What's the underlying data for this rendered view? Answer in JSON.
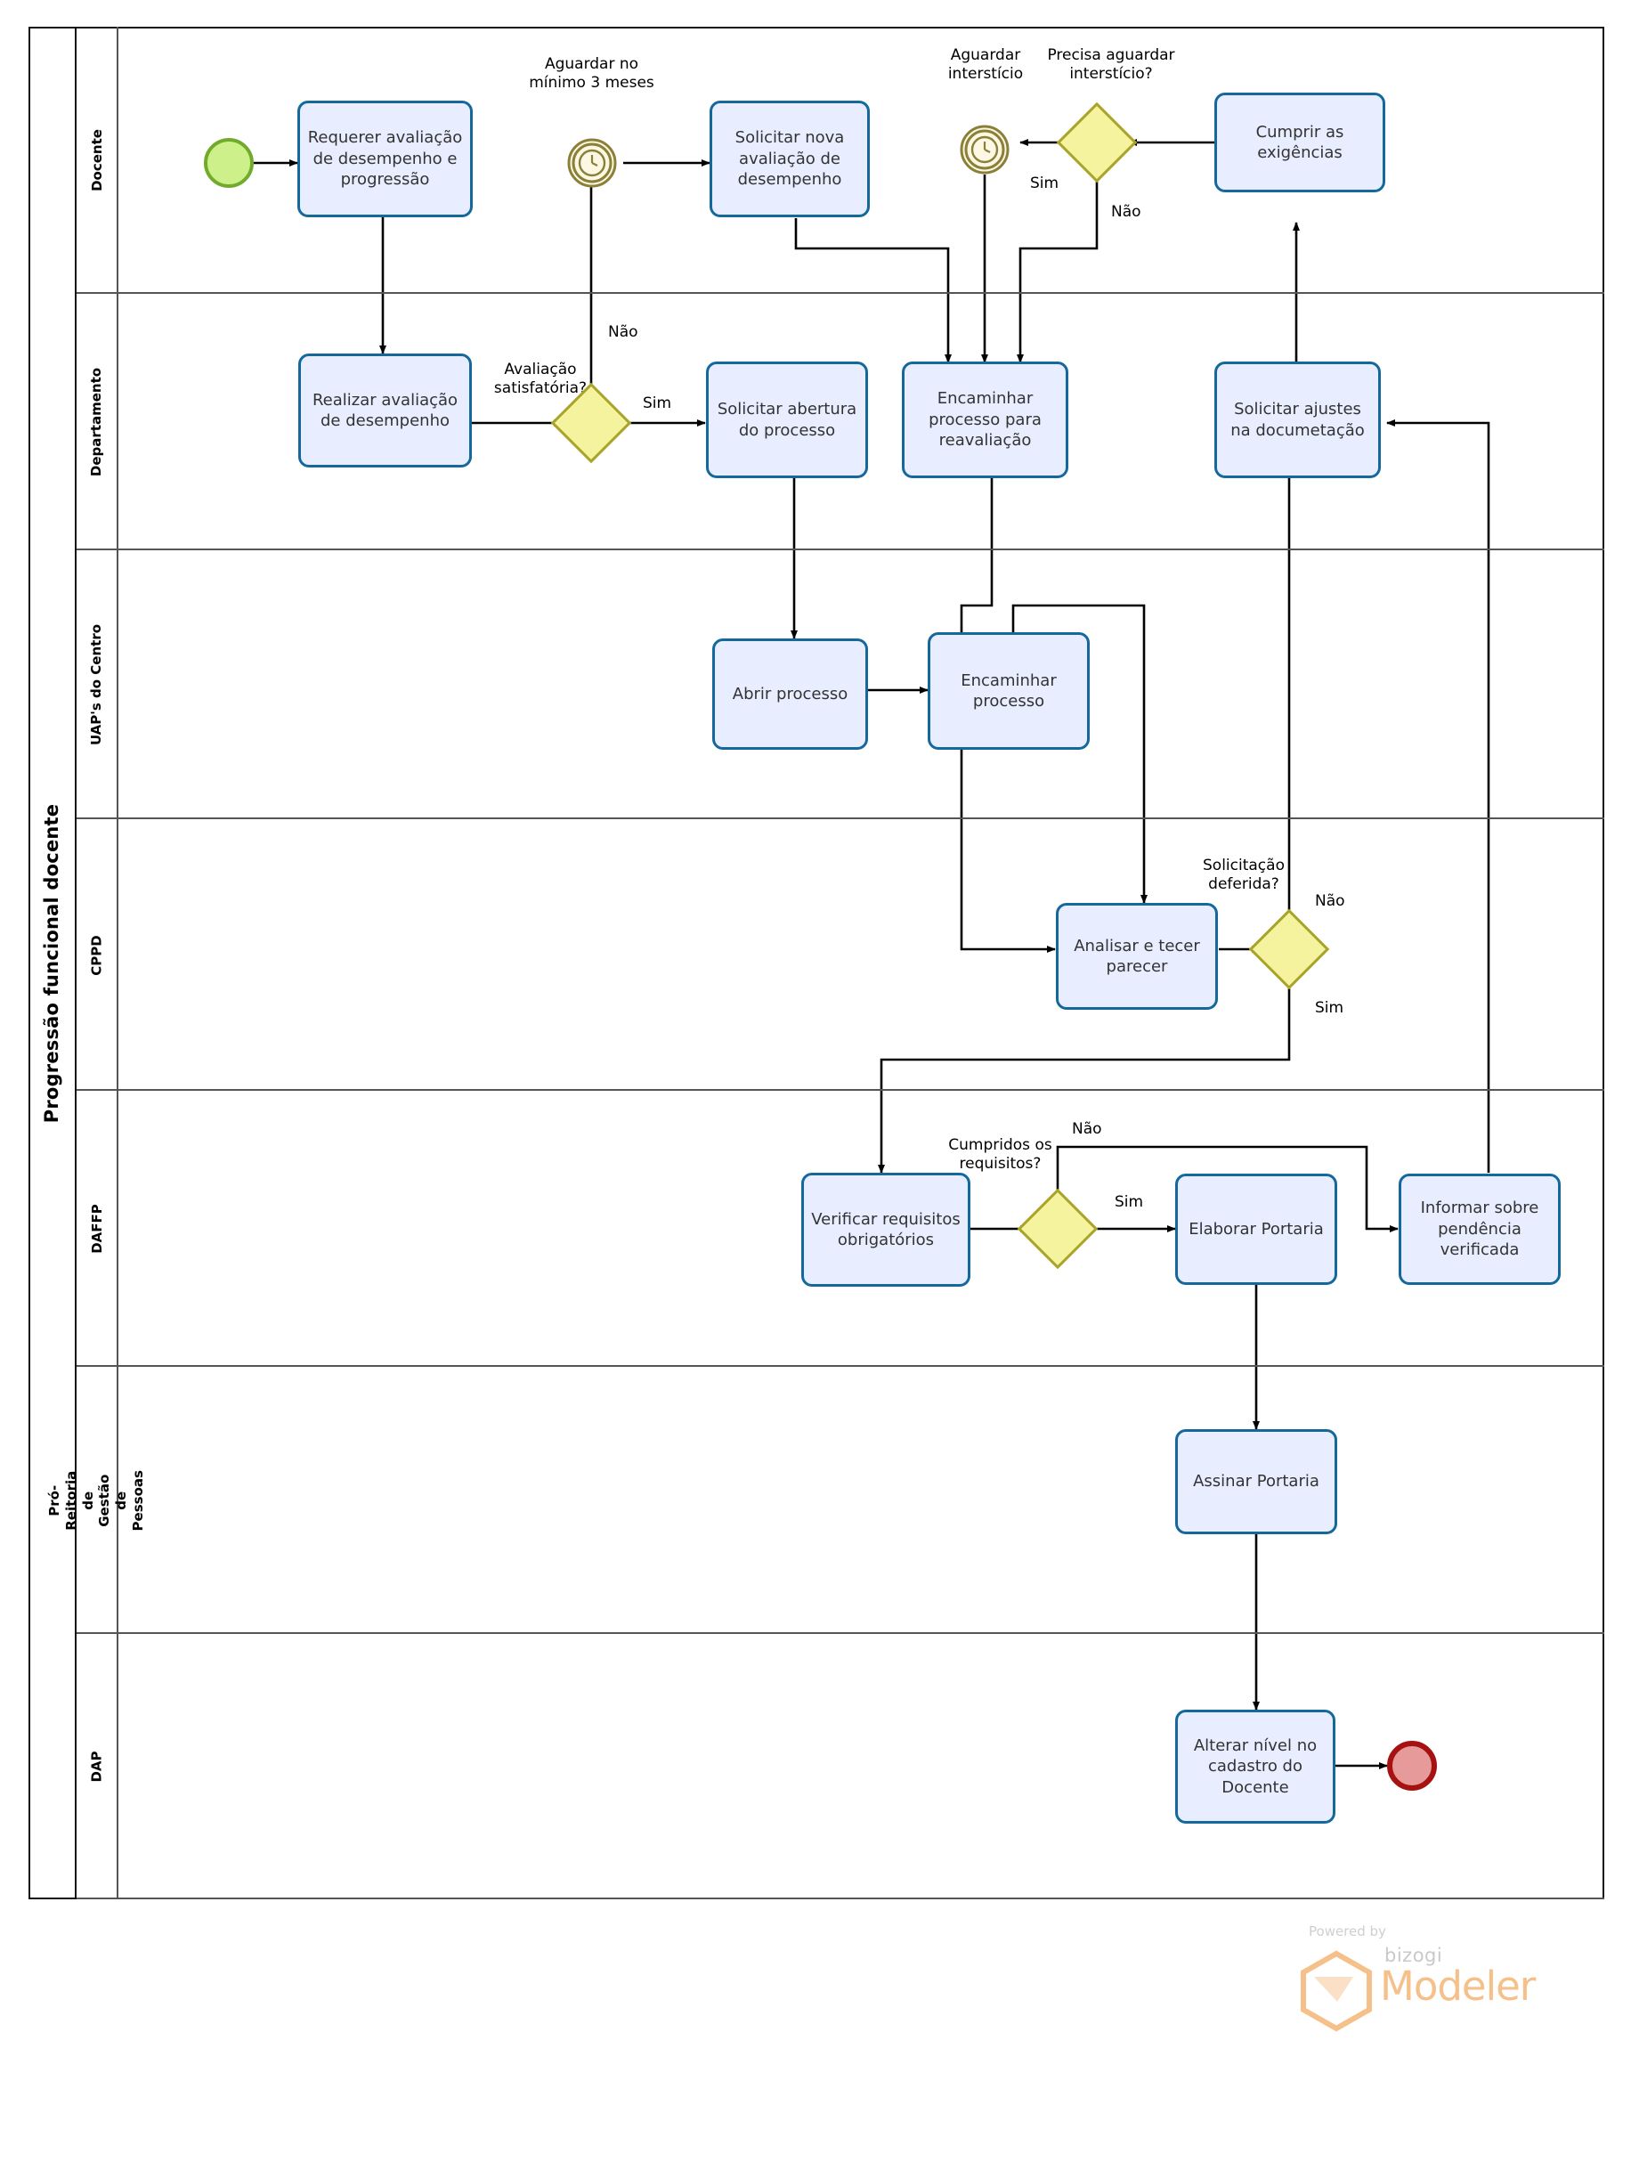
{
  "pool": {
    "title": "Progressão funcional docente"
  },
  "lanes": [
    {
      "id": "docente",
      "label": "Docente"
    },
    {
      "id": "departamento",
      "label": "Departamento"
    },
    {
      "id": "uaps",
      "label": "UAP's do Centro"
    },
    {
      "id": "cppd",
      "label": "CPPD"
    },
    {
      "id": "daffp",
      "label": "DAFFP"
    },
    {
      "id": "progesp",
      "label": "Pró-Reitoria de Gestão de Pessoas"
    },
    {
      "id": "dap",
      "label": "DAP"
    }
  ],
  "tasks": [
    {
      "id": "t1",
      "label": "Requerer avaliação de desempenho e progressão"
    },
    {
      "id": "t2",
      "label": "Solicitar nova avaliação de desempenho"
    },
    {
      "id": "t3",
      "label": "Cumprir as exigências"
    },
    {
      "id": "t4",
      "label": "Realizar avaliação de desempenho"
    },
    {
      "id": "t5",
      "label": "Solicitar abertura do processo"
    },
    {
      "id": "t6",
      "label": "Encaminhar processo para reavaliação"
    },
    {
      "id": "t7",
      "label": "Solicitar ajustes na documetação"
    },
    {
      "id": "t8",
      "label": "Abrir processo"
    },
    {
      "id": "t9",
      "label": "Encaminhar processo"
    },
    {
      "id": "t10",
      "label": "Analisar e tecer parecer"
    },
    {
      "id": "t11",
      "label": "Verificar requisitos obrigatórios"
    },
    {
      "id": "t12",
      "label": "Elaborar Portaria"
    },
    {
      "id": "t13",
      "label": "Informar sobre pendência verificada"
    },
    {
      "id": "t14",
      "label": "Assinar Portaria"
    },
    {
      "id": "t15",
      "label": "Alterar nível no cadastro do Docente"
    }
  ],
  "gateways": [
    {
      "id": "g1",
      "label": "Precisa aguardar interstício?"
    },
    {
      "id": "g2",
      "label": "Avaliação satisfatória?"
    },
    {
      "id": "g3",
      "label": "Solicitação deferida?"
    },
    {
      "id": "g4",
      "label": "Cumpridos os requisitos?"
    }
  ],
  "events": [
    {
      "id": "e_start",
      "type": "start-event",
      "label": ""
    },
    {
      "id": "e_timer1",
      "type": "timer-event",
      "label": "Aguardar no mínimo 3 meses"
    },
    {
      "id": "e_timer2",
      "type": "timer-event",
      "label": "Aguardar interstício"
    },
    {
      "id": "e_end",
      "type": "end-event",
      "label": ""
    }
  ],
  "flow_labels": {
    "g1_sim": "Sim",
    "g1_nao": "Não",
    "g2_sim": "Sim",
    "g2_nao": "Não",
    "g3_sim": "Sim",
    "g3_nao": "Não",
    "g4_sim": "Sim",
    "g4_nao": "Não"
  },
  "footer": {
    "powered_by": "Powered by",
    "brand": "bizogi",
    "product": "Modeler"
  },
  "colors": {
    "task_fill": "#e8eeff",
    "task_stroke": "#14689b",
    "gateway_fill": "#f6f39e",
    "gateway_stroke": "#a8a32a",
    "start_fill": "#cdf08a",
    "start_stroke": "#72ab2c",
    "end_fill": "#e79a9a",
    "end_stroke": "#a61212",
    "timer_stroke": "#8a8038",
    "lane_border": "#555555",
    "pool_border": "#111111",
    "logo_accent": "#f5c08a"
  }
}
